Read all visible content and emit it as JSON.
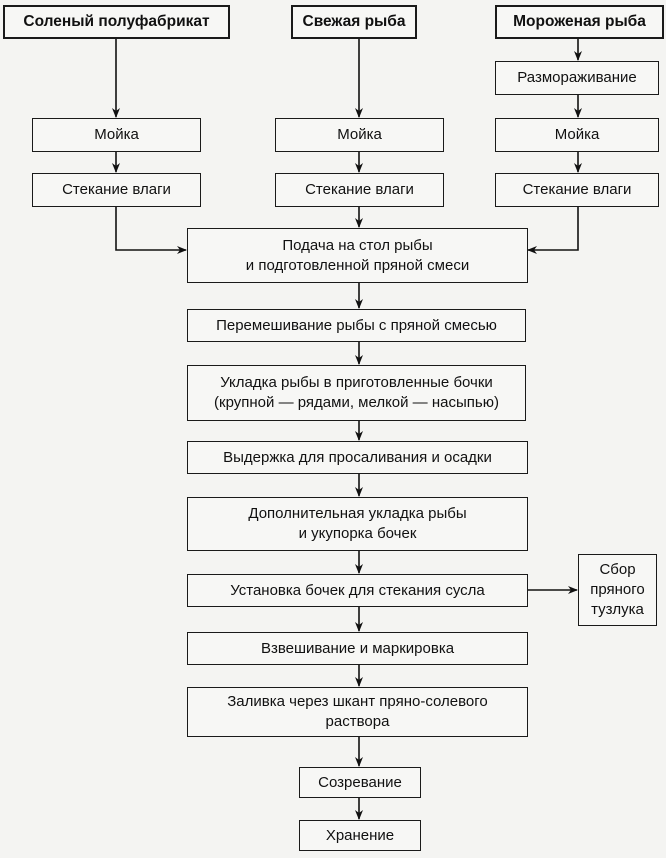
{
  "diagram": {
    "sources": {
      "salted": "Соленый полуфабрикат",
      "fresh": "Свежая рыба",
      "frozen": "Мороженая рыба"
    },
    "left_branch": [
      "Мойка",
      "Стекание влаги"
    ],
    "middle_branch": [
      "Мойка",
      "Стекание влаги"
    ],
    "right_branch": [
      "Размораживание",
      "Мойка",
      "Стекание влаги"
    ],
    "main_flow": [
      "Подача на стол рыбы\nи подготовленной пряной смеси",
      "Перемешивание рыбы с пряной смесью",
      "Укладка рыбы в приготовленные бочки\n(крупной — рядами, мелкой — насыпью)",
      "Выдержка для просаливания и осадки",
      "Дополнительная укладка рыбы\nи укупорка бочек",
      "Установка бочек для стекания сусла",
      "Взвешивание и маркировка",
      "Заливка через шкант пряно-солевого\nраствора",
      "Созревание",
      "Хранение"
    ],
    "side_output": "Сбор\nпряного\nтузлука"
  }
}
